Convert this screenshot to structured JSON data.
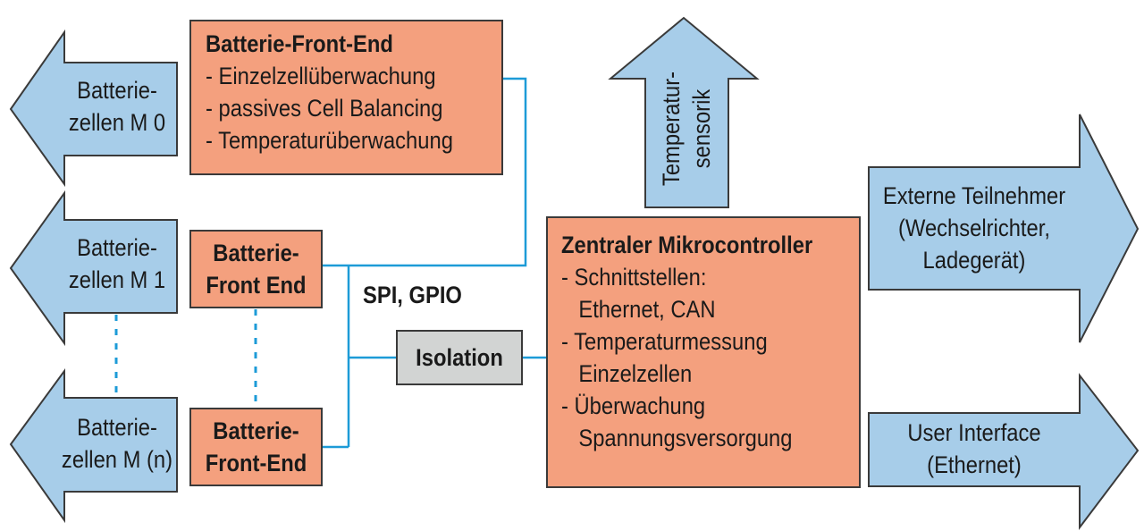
{
  "cells": [
    {
      "line1": "Batterie-",
      "line2": "zellen M 0"
    },
    {
      "line1": "Batterie-",
      "line2": "zellen M 1"
    },
    {
      "line1": "Batterie-",
      "line2": "zellen M (n)"
    }
  ],
  "bfe_main": {
    "title": "Batterie-Front-End",
    "items": [
      "- Einzelzellüberwachung",
      "- passives Cell Balancing",
      "- Temperaturüberwachung"
    ]
  },
  "bfe_m1": {
    "line1": "Batterie-",
    "line2": "Front End"
  },
  "bfe_mn": {
    "line1": "Batterie-",
    "line2": "Front-End"
  },
  "bus_label": "SPI, GPIO",
  "isolation": "Isolation",
  "temp_sensor": {
    "line1": "Temperatur-",
    "line2": "sensorik"
  },
  "mcu": {
    "title": "Zentraler Mikrocontroller",
    "lines": [
      "- Schnittstellen:",
      "Ethernet, CAN",
      "- Temperaturmessung",
      "Einzelzellen",
      "- Überwachung",
      "Spannungsversorgung"
    ]
  },
  "external": {
    "line1": "Externe Teilnehmer",
    "line2": "(Wechselrichter,",
    "line3": "Ladegerät)"
  },
  "user_if": {
    "line1": "User Interface",
    "line2": "(Ethernet)"
  }
}
